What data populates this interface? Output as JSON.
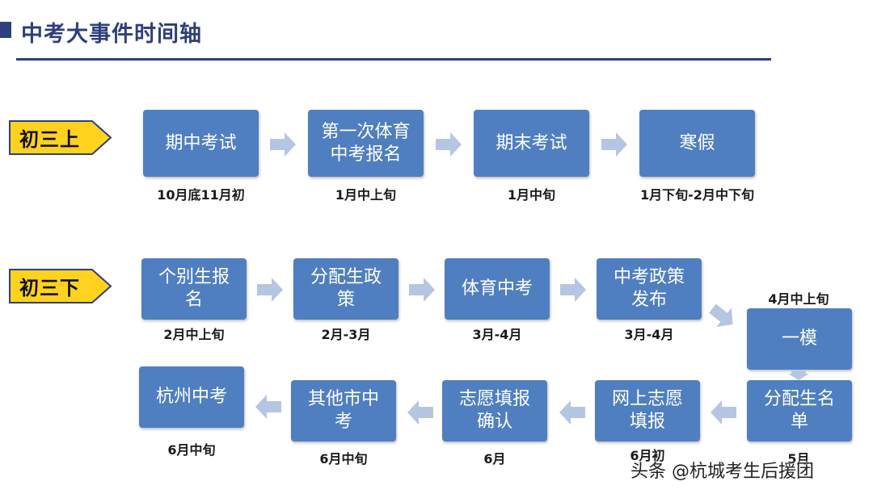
{
  "header": {
    "title": "中考大事件时间轴"
  },
  "rows": {
    "row1": {
      "label": "初三上"
    },
    "row2": {
      "label": "初三下"
    }
  },
  "events": [
    {
      "name": "期中考试",
      "date": "10月底11月初"
    },
    {
      "name": "第一次体育\n中考报名",
      "date": "1月中上旬"
    },
    {
      "name": "期末考试",
      "date": "1月中旬"
    },
    {
      "name": "寒假",
      "date": "1月下旬-2月中下旬"
    },
    {
      "name": "个别生报\n名",
      "date": "2月中上旬"
    },
    {
      "name": "分配生政\n策",
      "date": "2月-3月"
    },
    {
      "name": "体育中考",
      "date": "3月-4月"
    },
    {
      "name": "中考政策\n发布",
      "date": "3月-4月"
    },
    {
      "name": "一模",
      "date": "4月中上旬"
    },
    {
      "name": "分配生名\n单",
      "date": "5月"
    },
    {
      "name": "网上志愿\n填报",
      "date": "6月初"
    },
    {
      "name": "志愿填报\n确认",
      "date": "6月"
    },
    {
      "name": "其他市中\n考",
      "date": "6月中旬"
    },
    {
      "name": "杭州中考",
      "date": "6月中旬"
    }
  ],
  "watermark": "头条 @杭城考生后援团",
  "colors": {
    "box": "#4f7fc0",
    "arrow": "#b4c6e2",
    "tag_fill": "#ffd21e",
    "tag_border": "#2e3f7c",
    "title": "#2e3f7c"
  }
}
